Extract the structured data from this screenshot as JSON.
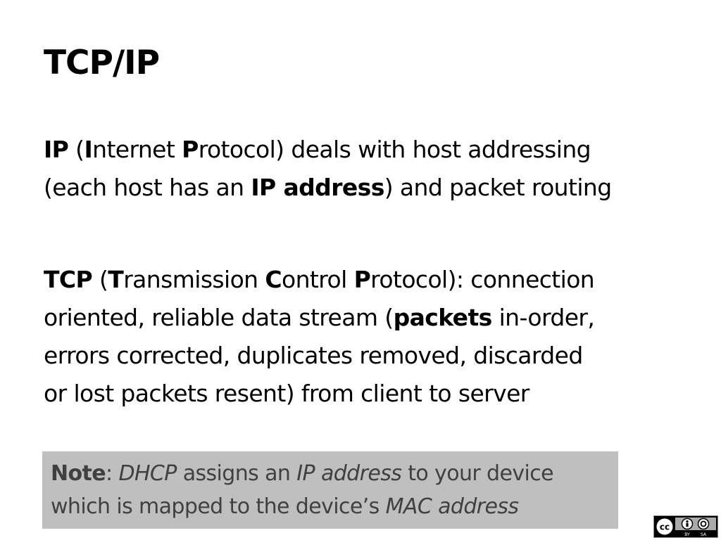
{
  "slide": {
    "title": "TCP/IP"
  },
  "ip_paragraph": {
    "line1": [
      {
        "text": "IP",
        "bold": true
      },
      {
        "text": " (",
        "bold": false
      },
      {
        "text": "I",
        "bold": true
      },
      {
        "text": "nternet ",
        "bold": false
      },
      {
        "text": "P",
        "bold": true
      },
      {
        "text": "rotocol) deals with host addressing",
        "bold": false
      }
    ],
    "line2": [
      {
        "text": "(each host has an ",
        "bold": false
      },
      {
        "text": "IP address",
        "bold": true
      },
      {
        "text": ") and packet routing",
        "bold": false
      }
    ]
  },
  "tcp_paragraph": {
    "line1": [
      {
        "text": "TCP",
        "bold": true
      },
      {
        "text": " (",
        "bold": false
      },
      {
        "text": "T",
        "bold": true
      },
      {
        "text": "ransmission ",
        "bold": false
      },
      {
        "text": "C",
        "bold": true
      },
      {
        "text": "ontrol ",
        "bold": false
      },
      {
        "text": "P",
        "bold": true
      },
      {
        "text": "rotocol): connection",
        "bold": false
      }
    ],
    "line2": [
      {
        "text": "oriented, reliable data stream (",
        "bold": false
      },
      {
        "text": "packets",
        "bold": true
      },
      {
        "text": " in-order,",
        "bold": false
      }
    ],
    "line3": [
      {
        "text": "errors corrected, duplicates removed, discarded",
        "bold": false
      }
    ],
    "line4": [
      {
        "text": "or lost packets resent) from client to server",
        "bold": false
      }
    ]
  },
  "note": {
    "line1": [
      {
        "text": "Note",
        "style": "bold"
      },
      {
        "text": ": ",
        "style": "normal"
      },
      {
        "text": "DHCP",
        "style": "italic"
      },
      {
        "text": " assigns an ",
        "style": "normal"
      },
      {
        "text": "IP address",
        "style": "italic"
      },
      {
        "text": " to your device",
        "style": "normal"
      }
    ],
    "line2": [
      {
        "text": "which is mapped to the device’s ",
        "style": "normal"
      },
      {
        "text": "MAC address",
        "style": "italic"
      }
    ]
  },
  "license_badge": {
    "icon": "cc-by-sa-license-icon",
    "cc_text": "cc",
    "by_text": "BY",
    "sa_text": "SA"
  },
  "colors": {
    "text": "#000000",
    "note_background": "#bfbfbf",
    "note_text": "#404040"
  }
}
